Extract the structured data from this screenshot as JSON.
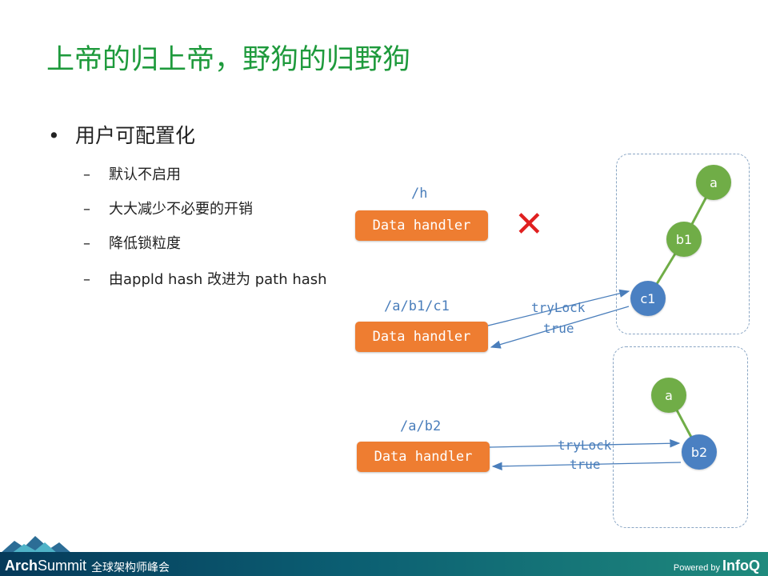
{
  "title": "上帝的归上帝，野狗的归野狗",
  "bullet": {
    "marker": "•",
    "text": "用户可配置化",
    "items": [
      {
        "dash": "–",
        "text": "默认不启用"
      },
      {
        "dash": "–",
        "text": "大大减少不必要的开销"
      },
      {
        "dash": "–",
        "text": "降低锁粒度"
      },
      {
        "dash": "–",
        "text": "由appld hash 改进为 path hash"
      }
    ]
  },
  "diagram": {
    "rows": [
      {
        "path": "/h",
        "handler": "Data handler",
        "rejected": true,
        "reject_mark": "✕"
      },
      {
        "path": "/a/b1/c1",
        "handler": "Data handler",
        "request": "tryLock",
        "response": "true"
      },
      {
        "path": "/a/b2",
        "handler": "Data handler",
        "request": "tryLock",
        "response": "true"
      }
    ],
    "tree1": {
      "nodes": [
        "a",
        "b1",
        "c1"
      ]
    },
    "tree2": {
      "nodes": [
        "a",
        "b2"
      ]
    },
    "colors": {
      "handler": "#ee7d31",
      "node_green": "#70ad47",
      "node_blue": "#4a80c2",
      "arrow": "#4a7ebb",
      "reject": "#e02020"
    }
  },
  "footer": {
    "brand_bold": "Arch",
    "brand_light": "Summit",
    "brand_sub": "全球架构师峰会",
    "powered_by": "Powered by",
    "powered_brand": "InfoQ"
  }
}
